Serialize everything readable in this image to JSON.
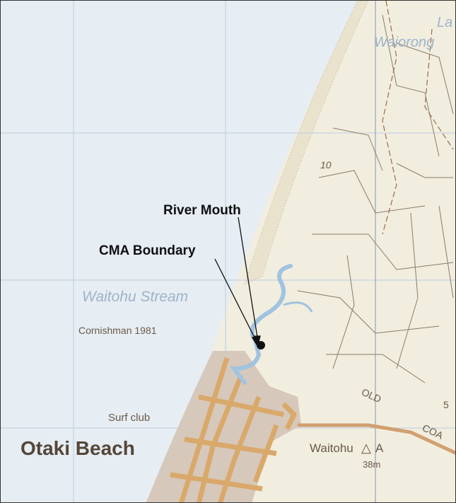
{
  "annotations": {
    "river_mouth": "River Mouth",
    "cma_boundary": "CMA Boundary"
  },
  "water_labels": {
    "stream": "Waitohu Stream",
    "lake_top": "La",
    "lake_bottom": "Waiorong"
  },
  "place_labels": {
    "beach": "Otaki Beach",
    "surf_club": "Surf club",
    "wreck": "Cornishman 1981",
    "trig": "Waitohu",
    "trig_symbol": "△",
    "trig_letter": "A",
    "height": "38m",
    "road_old": "OLD",
    "road_coast": "COA",
    "spot_10": "10",
    "spot_5": "5"
  },
  "colors": {
    "sea": "#e6edf3",
    "land": "#f1eddf",
    "road": "#d9a86b",
    "urban": "#d6c9bb",
    "annotation": "#111111"
  }
}
